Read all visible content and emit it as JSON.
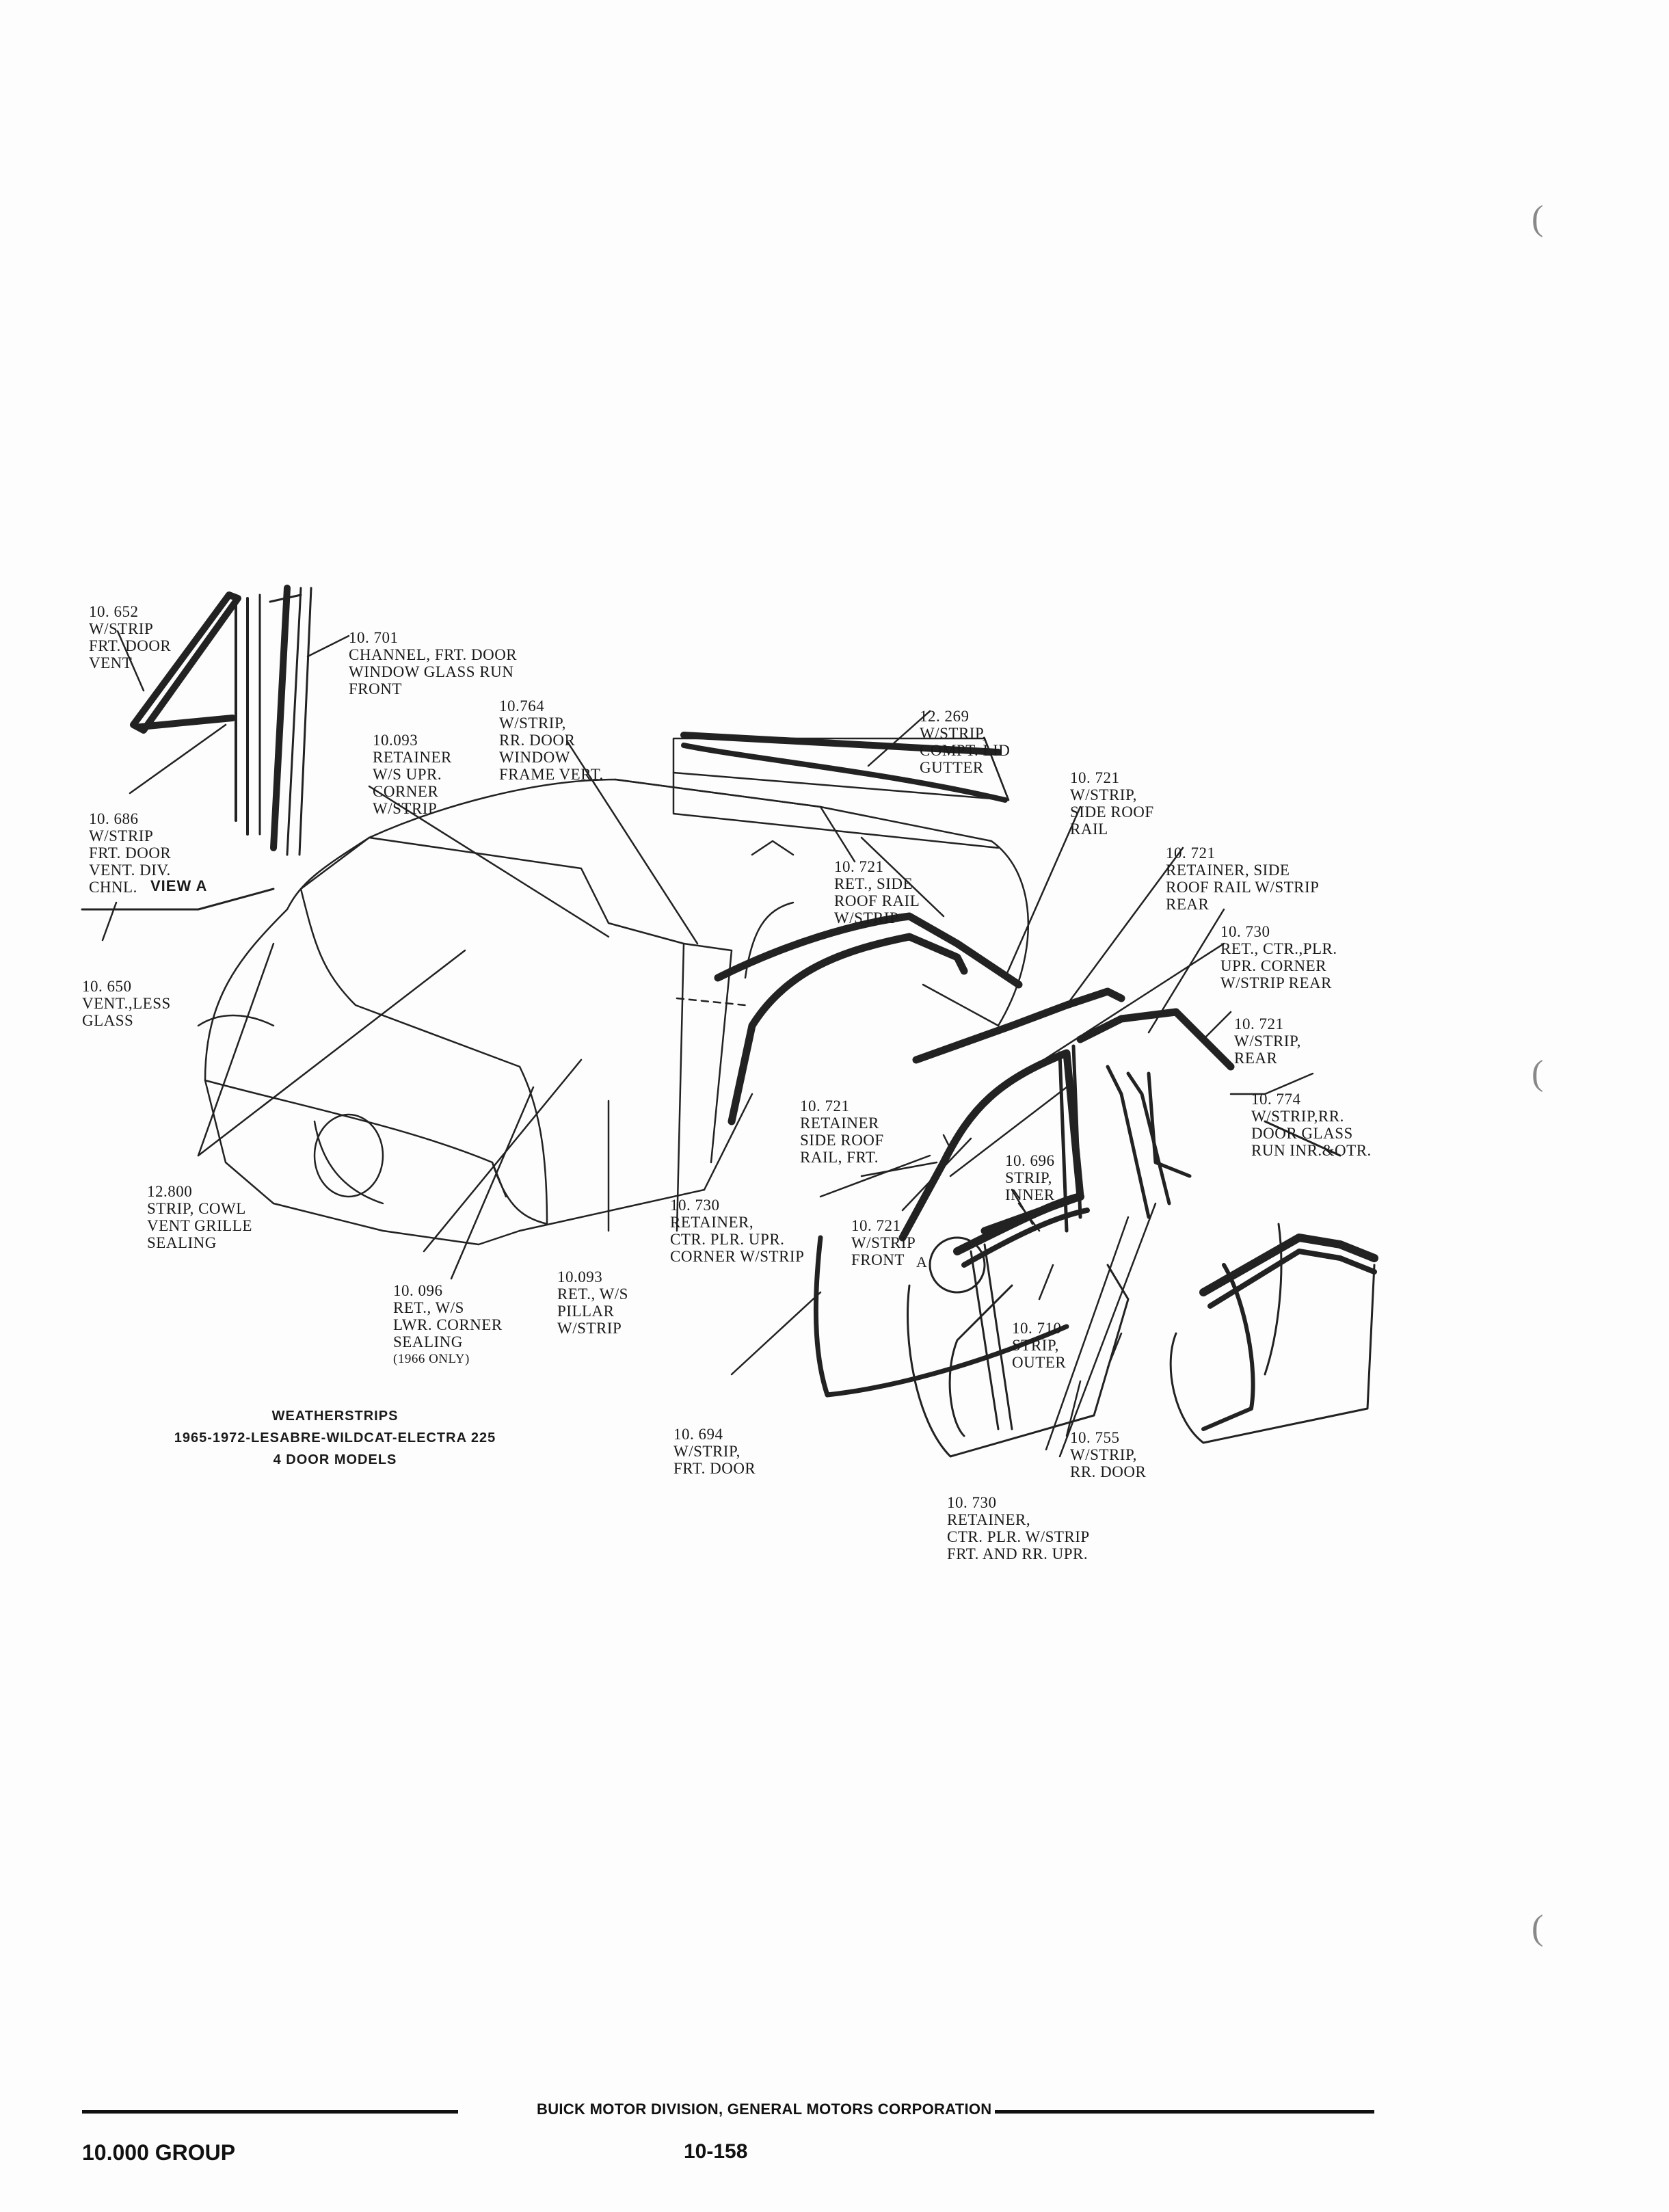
{
  "diagram": {
    "view_label": "VIEW A",
    "callout_letter": "A",
    "callouts": [
      {
        "id": "c-10652",
        "lines": [
          "10. 652",
          "W/STRIP",
          "FRT. DOOR",
          "VENT"
        ]
      },
      {
        "id": "c-10701",
        "lines": [
          "10. 701",
          "CHANNEL, FRT. DOOR",
          "WINDOW GLASS RUN",
          "FRONT"
        ]
      },
      {
        "id": "c-10093a",
        "lines": [
          "10.093",
          "RETAINER",
          "W/S UPR.",
          "CORNER",
          "W/STRIP"
        ]
      },
      {
        "id": "c-10764",
        "lines": [
          "10.764",
          "W/STRIP,",
          "RR. DOOR",
          "WINDOW",
          "FRAME VERT."
        ]
      },
      {
        "id": "c-12269",
        "lines": [
          "12. 269",
          "W/STRIP,",
          "COMPT. LID",
          "GUTTER"
        ]
      },
      {
        "id": "c-10721a",
        "lines": [
          "10. 721",
          "W/STRIP,",
          "SIDE ROOF",
          "RAIL"
        ]
      },
      {
        "id": "c-10686",
        "lines": [
          "10. 686",
          "W/STRIP",
          "FRT. DOOR",
          "VENT. DIV.",
          "CHNL."
        ]
      },
      {
        "id": "c-10721b",
        "lines": [
          "10. 721",
          "RET., SIDE",
          "ROOF RAIL",
          "W/STRIP"
        ]
      },
      {
        "id": "c-10721c",
        "lines": [
          "10. 721",
          "RETAINER, SIDE",
          "ROOF RAIL W/STRIP",
          "REAR"
        ]
      },
      {
        "id": "c-10730a",
        "lines": [
          "10. 730",
          "RET., CTR.,PLR.",
          "UPR. CORNER",
          "W/STRIP REAR"
        ]
      },
      {
        "id": "c-10650",
        "lines": [
          "10. 650",
          "VENT.,LESS",
          "GLASS"
        ]
      },
      {
        "id": "c-10721d",
        "lines": [
          "10. 721",
          "W/STRIP,",
          "REAR"
        ]
      },
      {
        "id": "c-10774",
        "lines": [
          "10. 774",
          "W/STRIP,RR.",
          "DOOR GLASS",
          "RUN INR.&OTR."
        ]
      },
      {
        "id": "c-10721e",
        "lines": [
          "10. 721",
          "RETAINER",
          "SIDE ROOF",
          "RAIL, FRT."
        ]
      },
      {
        "id": "c-10696",
        "lines": [
          "10. 696",
          "STRIP,",
          "INNER"
        ]
      },
      {
        "id": "c-12800",
        "lines": [
          "12.800",
          "STRIP, COWL",
          "VENT GRILLE",
          "SEALING"
        ]
      },
      {
        "id": "c-10730b",
        "lines": [
          "10. 730",
          "RETAINER,",
          "CTR. PLR. UPR.",
          "CORNER W/STRIP"
        ]
      },
      {
        "id": "c-10721f",
        "lines": [
          "10. 721",
          "W/STRIP",
          "FRONT"
        ]
      },
      {
        "id": "c-10093b",
        "lines": [
          "10.093",
          "RET., W/S",
          "PILLAR",
          "W/STRIP"
        ]
      },
      {
        "id": "c-10096",
        "lines": [
          "10. 096",
          "RET., W/S",
          "LWR. CORNER",
          "SEALING",
          "(1966 ONLY)"
        ]
      },
      {
        "id": "c-10710",
        "lines": [
          "10. 710",
          "STRIP,",
          "OUTER"
        ]
      },
      {
        "id": "c-10694",
        "lines": [
          "10. 694",
          "W/STRIP,",
          "FRT. DOOR"
        ]
      },
      {
        "id": "c-10755",
        "lines": [
          "10. 755",
          "W/STRIP,",
          "RR. DOOR"
        ]
      },
      {
        "id": "c-10730c",
        "lines": [
          "10. 730",
          "RETAINER,",
          "CTR. PLR. W/STRIP",
          "FRT. AND RR. UPR."
        ]
      }
    ],
    "caption": {
      "title": "WEATHERSTRIPS",
      "subtitle": "1965-1972-LESABRE-WILDCAT-ELECTRA 225",
      "models": "4 DOOR MODELS"
    }
  },
  "footer": {
    "corporation": "BUICK MOTOR DIVISION, GENERAL MOTORS CORPORATION",
    "group": "10.000 GROUP",
    "page_number": "10-158"
  }
}
